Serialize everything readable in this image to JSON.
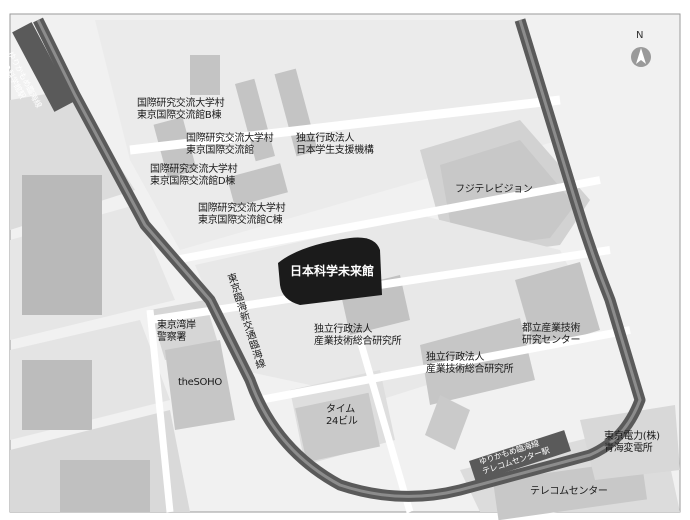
{
  "map": {
    "compass": {
      "letter": "N"
    },
    "landmark": {
      "label": "日本科学未来館"
    },
    "road_vertical_label": "東京臨海新交通臨海線",
    "rail_top_label": [
      "ゆりかもめ臨海線",
      "船の科学館駅"
    ],
    "rail_bottom_label": [
      "ゆりかもめ臨海線",
      "テレコムセンター駅"
    ],
    "places": {
      "dorm_b": [
        "国際研究交流大学村",
        "東京国際交流館B棟"
      ],
      "exchange_center": [
        "国際研究交流大学村",
        "東京国際交流館"
      ],
      "jasso": [
        "独立行政法人",
        "日本学生支援機構"
      ],
      "dorm_d": [
        "国際研究交流大学村",
        "東京国際交流館D棟"
      ],
      "dorm_c": [
        "国際研究交流大学村",
        "東京国際交流館C棟"
      ],
      "fuji_tv": "フジテレビジョン",
      "aist_1": [
        "独立行政法人",
        "産業技術総合研究所"
      ],
      "aist_2": [
        "独立行政法人",
        "産業技術総合研究所"
      ],
      "tmri": [
        "都立産業技術",
        "研究センター"
      ],
      "police": [
        "東京湾岸",
        "警察署"
      ],
      "the_soho": "theSOHO",
      "time24": [
        "タイム",
        "24ビル"
      ],
      "tepco": [
        "東京電力(株)",
        "青海変電所"
      ],
      "telecom_center": "テレコムセンター"
    }
  }
}
